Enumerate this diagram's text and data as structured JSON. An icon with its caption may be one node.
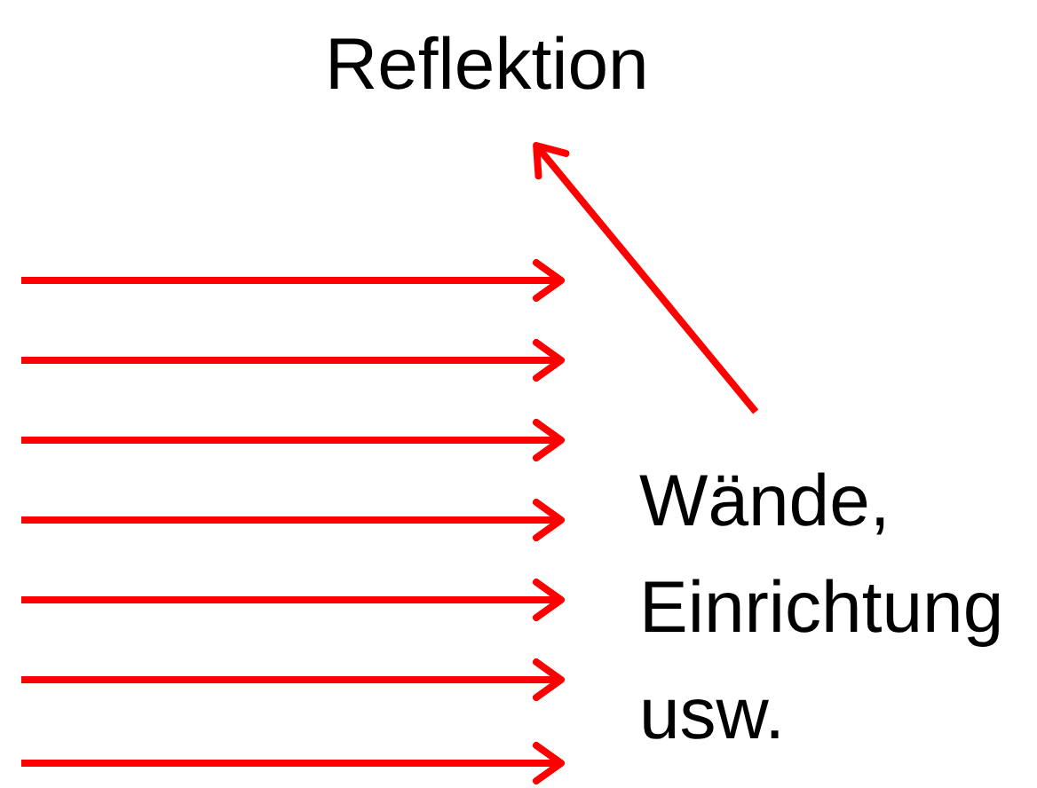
{
  "diagram": {
    "nodes": [
      {
        "text": [
          "Reflektion"
        ]
      },
      {
        "text": [
          "Wände, Einrichtung usw."
        ]
      }
    ],
    "edges": [
      {
        "from": 1,
        "to": 0,
        "arrow": "to"
      }
    ]
  }
}
